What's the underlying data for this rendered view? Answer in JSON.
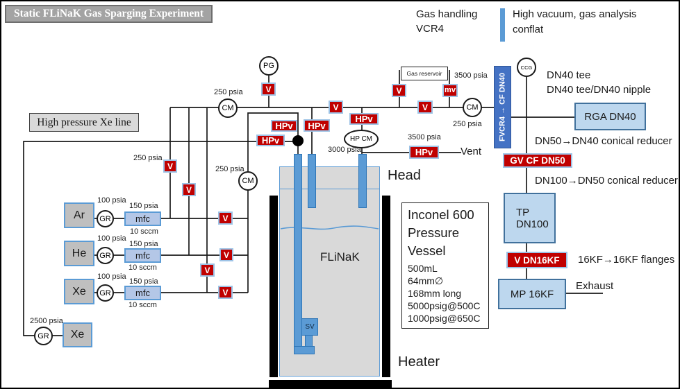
{
  "title": "Static FLiNaK Gas Sparging Experiment",
  "legend": {
    "gas_line1": "Gas handling",
    "gas_line2": "VCR4",
    "vac_line1": "High vacuum, gas analysis",
    "vac_line2": "conflat",
    "bar_color": "#5b9bd5"
  },
  "hp_xe_label": "High pressure Xe line",
  "gases": {
    "ar": "Ar",
    "he": "He",
    "xe": "Xe",
    "xe_hp": "Xe"
  },
  "instruments": {
    "pg": "PG",
    "cm": "CM",
    "gr": "GR",
    "ccg": "CCG",
    "hp_cm": "HP CM",
    "mfc": "mfc",
    "sv": "SV",
    "reservoir": "Gas reservoir"
  },
  "valves": {
    "v": "V",
    "hpv": "HPv",
    "mv": "mv"
  },
  "pressures": {
    "psia_100": "100 psia",
    "psia_150": "150 psia",
    "psia_250": "250 psia",
    "psia_2500": "2500 psia",
    "psia_3000": "3000 psia",
    "psia_3500": "3500 psia",
    "sccm_10": "10 sccm"
  },
  "vessel": {
    "head": "Head",
    "heater": "Heater",
    "contents": "FLiNaK",
    "vent": "Vent",
    "specs": [
      "Inconel 600",
      "Pressure",
      "Vessel",
      "500mL",
      "64mm∅",
      "168mm long",
      "5000psig@500C",
      "1000psig@650C"
    ]
  },
  "vacuum_line": {
    "fvcr4": "FVCR4 → CF DN40",
    "dn40_tee": "DN40 tee",
    "dn40_nipple": "DN40 tee/DN40 nipple",
    "rga": "RGA DN40",
    "reducer_50_40": "DN50→DN40 conical reducer",
    "gv": "GV CF DN50",
    "reducer_100_50": "DN100→DN50 conical reducer",
    "tp_line1": "TP",
    "tp_line2": "DN100",
    "v_dn16kf": "V DN16KF",
    "flanges": "16KF→16KF flanges",
    "mp": "MP 16KF",
    "exhaust": "Exhaust"
  },
  "colors": {
    "valve_red": "#c00000",
    "component_blue": "#bdd7ee",
    "accent_blue": "#5b9bd5",
    "pump_blue": "#4472c4",
    "vessel_gray": "#d9d9d9",
    "supply_gray": "#bfbfbf"
  }
}
